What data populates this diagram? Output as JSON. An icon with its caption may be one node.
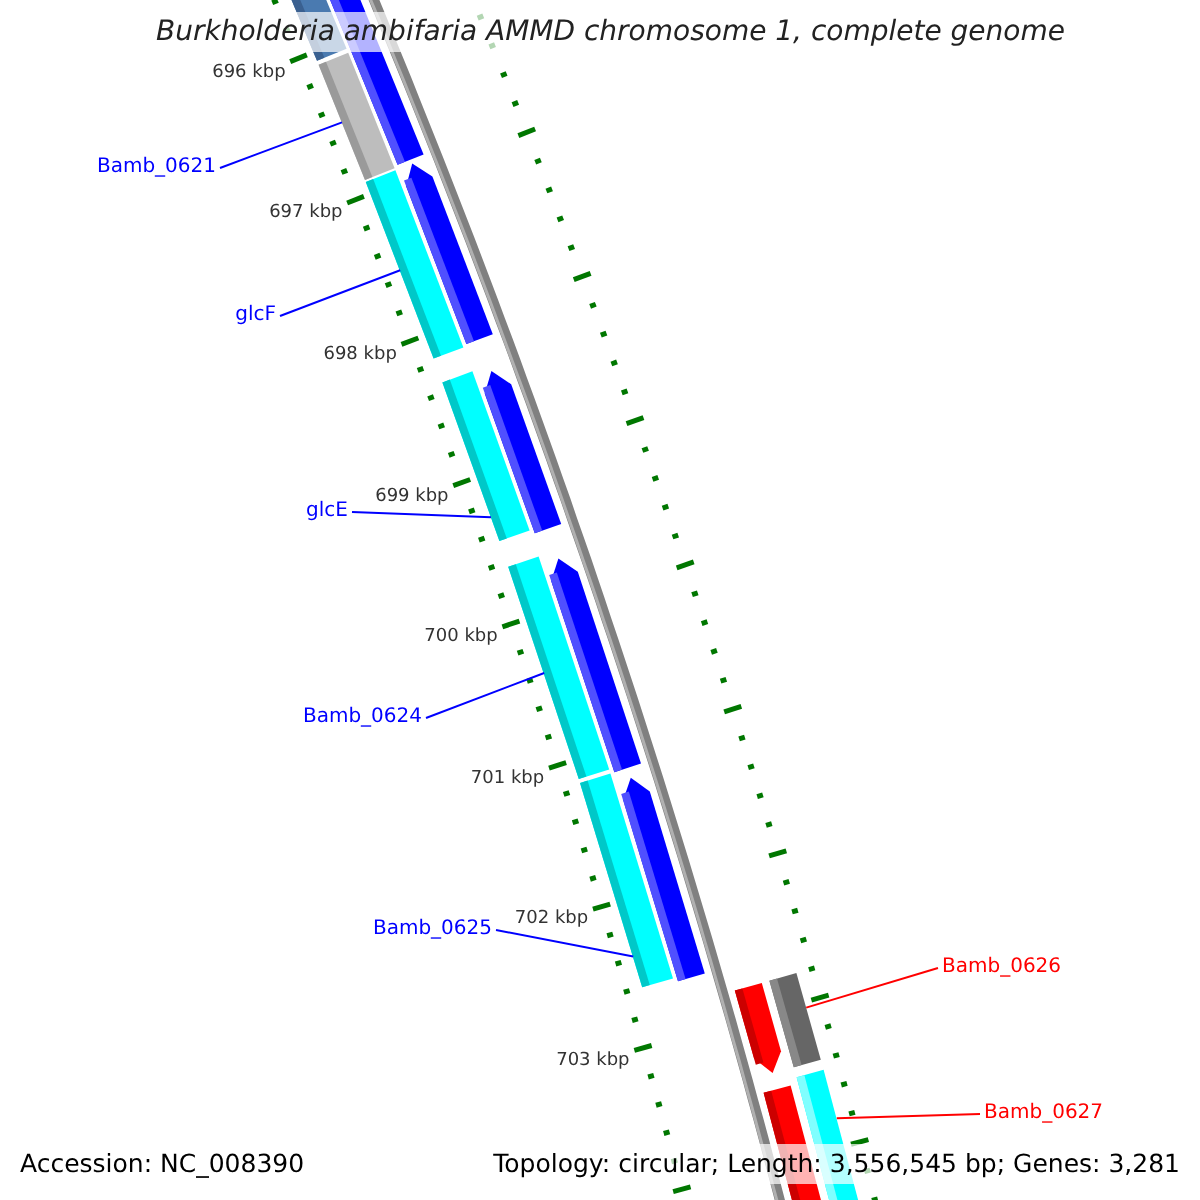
{
  "diagram": {
    "title": "Burkholderia ambifaria AMMD chromosome 1, complete genome",
    "nodes": [
      {
        "text": [
          "Bamb_0621"
        ]
      },
      {
        "text": [],
        "shape": "bar"
      },
      {
        "text": [
          "glcF"
        ]
      },
      {
        "text": [],
        "shape": "bar"
      },
      {
        "text": [
          "glcE"
        ]
      },
      {
        "text": [],
        "shape": "bar"
      },
      {
        "text": [
          "Bamb_0624"
        ]
      },
      {
        "text": [],
        "shape": "bar"
      },
      {
        "text": [
          "Bamb_0625"
        ]
      },
      {
        "text": [],
        "shape": "bar"
      },
      {
        "text": [
          "Bamb_0626"
        ]
      },
      {
        "text": [],
        "shape": "bar"
      },
      {
        "text": [
          "Bamb_0627"
        ]
      },
      {
        "text": [],
        "shape": "bar"
      }
    ],
    "edges": [
      {
        "from": 0,
        "to": 1,
        "arrow": "none"
      },
      {
        "from": 2,
        "to": 3,
        "arrow": "none"
      },
      {
        "from": 4,
        "to": 5,
        "arrow": "none"
      },
      {
        "from": 6,
        "to": 7,
        "arrow": "none"
      },
      {
        "from": 8,
        "to": 9,
        "arrow": "none"
      },
      {
        "from": 10,
        "to": 11,
        "arrow": "none",
        "color": "#ff0000"
      },
      {
        "from": 12,
        "to": 13,
        "arrow": "none",
        "color": "#ff0000"
      }
    ],
    "labels": [
      "696 kbp",
      "697 kbp",
      "698 kbp",
      "699 kbp",
      "700 kbp",
      "701 kbp",
      "702 kbp",
      "703 kbp",
      "Accession: NC_008390",
      "Topology: circular; Length: 3,556,545 bp; Genes: 3,281"
    ]
  }
}
